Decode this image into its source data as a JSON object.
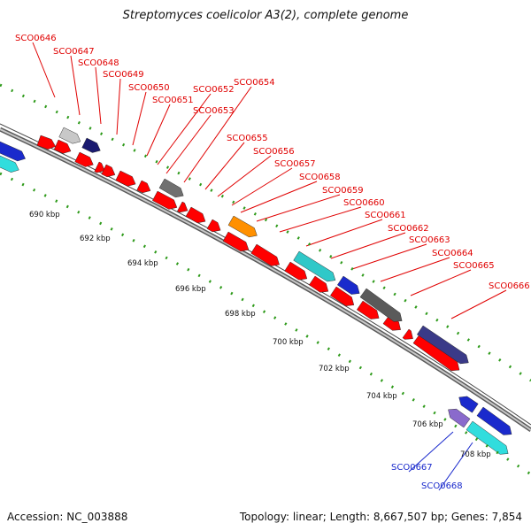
{
  "title": "Streptomyces coelicolor A3(2), complete genome",
  "footer": {
    "accession": "Accession: NC_003888",
    "summary": "Topology: linear; Length: 8,667,507 bp; Genes: 7,854"
  },
  "colors": {
    "gene_label": "#e00000",
    "reverse_label": "#1a2acc",
    "backbone": "#888888",
    "tick": "#2e9a1a"
  },
  "tick_labels": [
    "690 kbp",
    "692 kbp",
    "694 kbp",
    "696 kbp",
    "698 kbp",
    "700 kbp",
    "702 kbp",
    "704 kbp",
    "706 kbp",
    "708 kbp"
  ],
  "gene_labels": [
    {
      "text": "SCO0646",
      "color": "red"
    },
    {
      "text": "SCO0647",
      "color": "red"
    },
    {
      "text": "SCO0648",
      "color": "red"
    },
    {
      "text": "SCO0649",
      "color": "red"
    },
    {
      "text": "SCO0650",
      "color": "red"
    },
    {
      "text": "SCO0651",
      "color": "red"
    },
    {
      "text": "SCO0652",
      "color": "red"
    },
    {
      "text": "SCO0653",
      "color": "red"
    },
    {
      "text": "SCO0654",
      "color": "red"
    },
    {
      "text": "SCO0655",
      "color": "red"
    },
    {
      "text": "SCO0656",
      "color": "red"
    },
    {
      "text": "SCO0657",
      "color": "red"
    },
    {
      "text": "SCO0658",
      "color": "red"
    },
    {
      "text": "SCO0659",
      "color": "red"
    },
    {
      "text": "SCO0660",
      "color": "red"
    },
    {
      "text": "SCO0661",
      "color": "red"
    },
    {
      "text": "SCO0662",
      "color": "red"
    },
    {
      "text": "SCO0663",
      "color": "red"
    },
    {
      "text": "SCO0664",
      "color": "red"
    },
    {
      "text": "SCO0665",
      "color": "red"
    },
    {
      "text": "SCO0666",
      "color": "red"
    },
    {
      "text": "SCO0667",
      "color": "blue"
    },
    {
      "text": "SCO0668",
      "color": "blue"
    }
  ]
}
